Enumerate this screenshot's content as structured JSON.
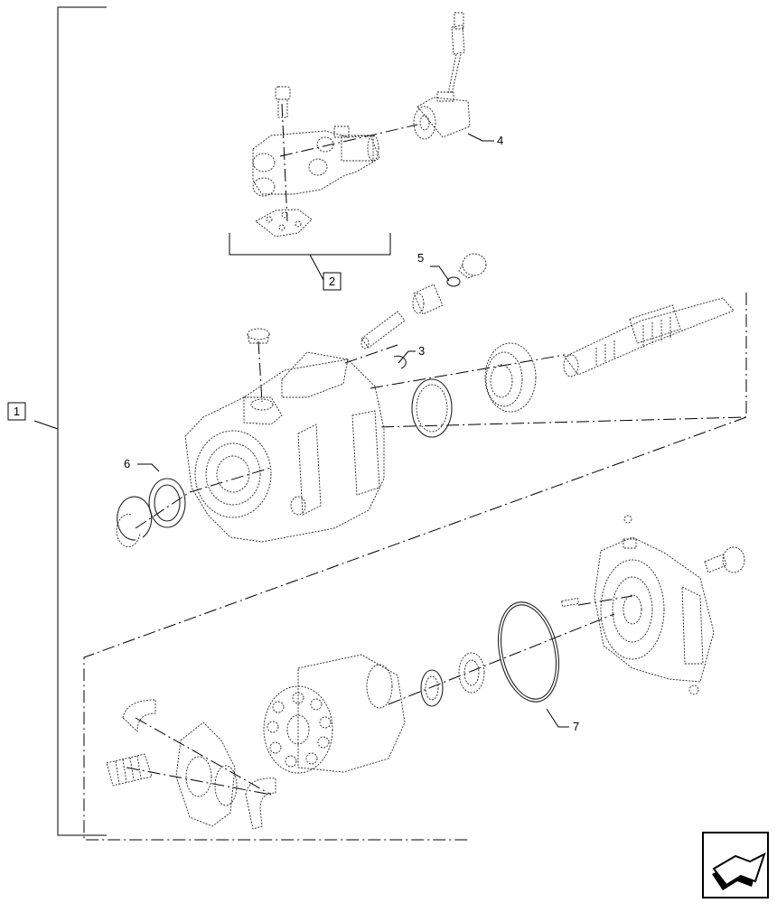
{
  "diagram": {
    "callouts": [
      {
        "id": "callout-1",
        "label": "1"
      },
      {
        "id": "callout-2",
        "label": "2"
      },
      {
        "id": "callout-3",
        "label": "3"
      },
      {
        "id": "callout-4",
        "label": "4"
      },
      {
        "id": "callout-5",
        "label": "5"
      },
      {
        "id": "callout-6",
        "label": "6"
      },
      {
        "id": "callout-7",
        "label": "7"
      }
    ]
  },
  "nav": {
    "icon": "next-page-arrow-icon"
  }
}
